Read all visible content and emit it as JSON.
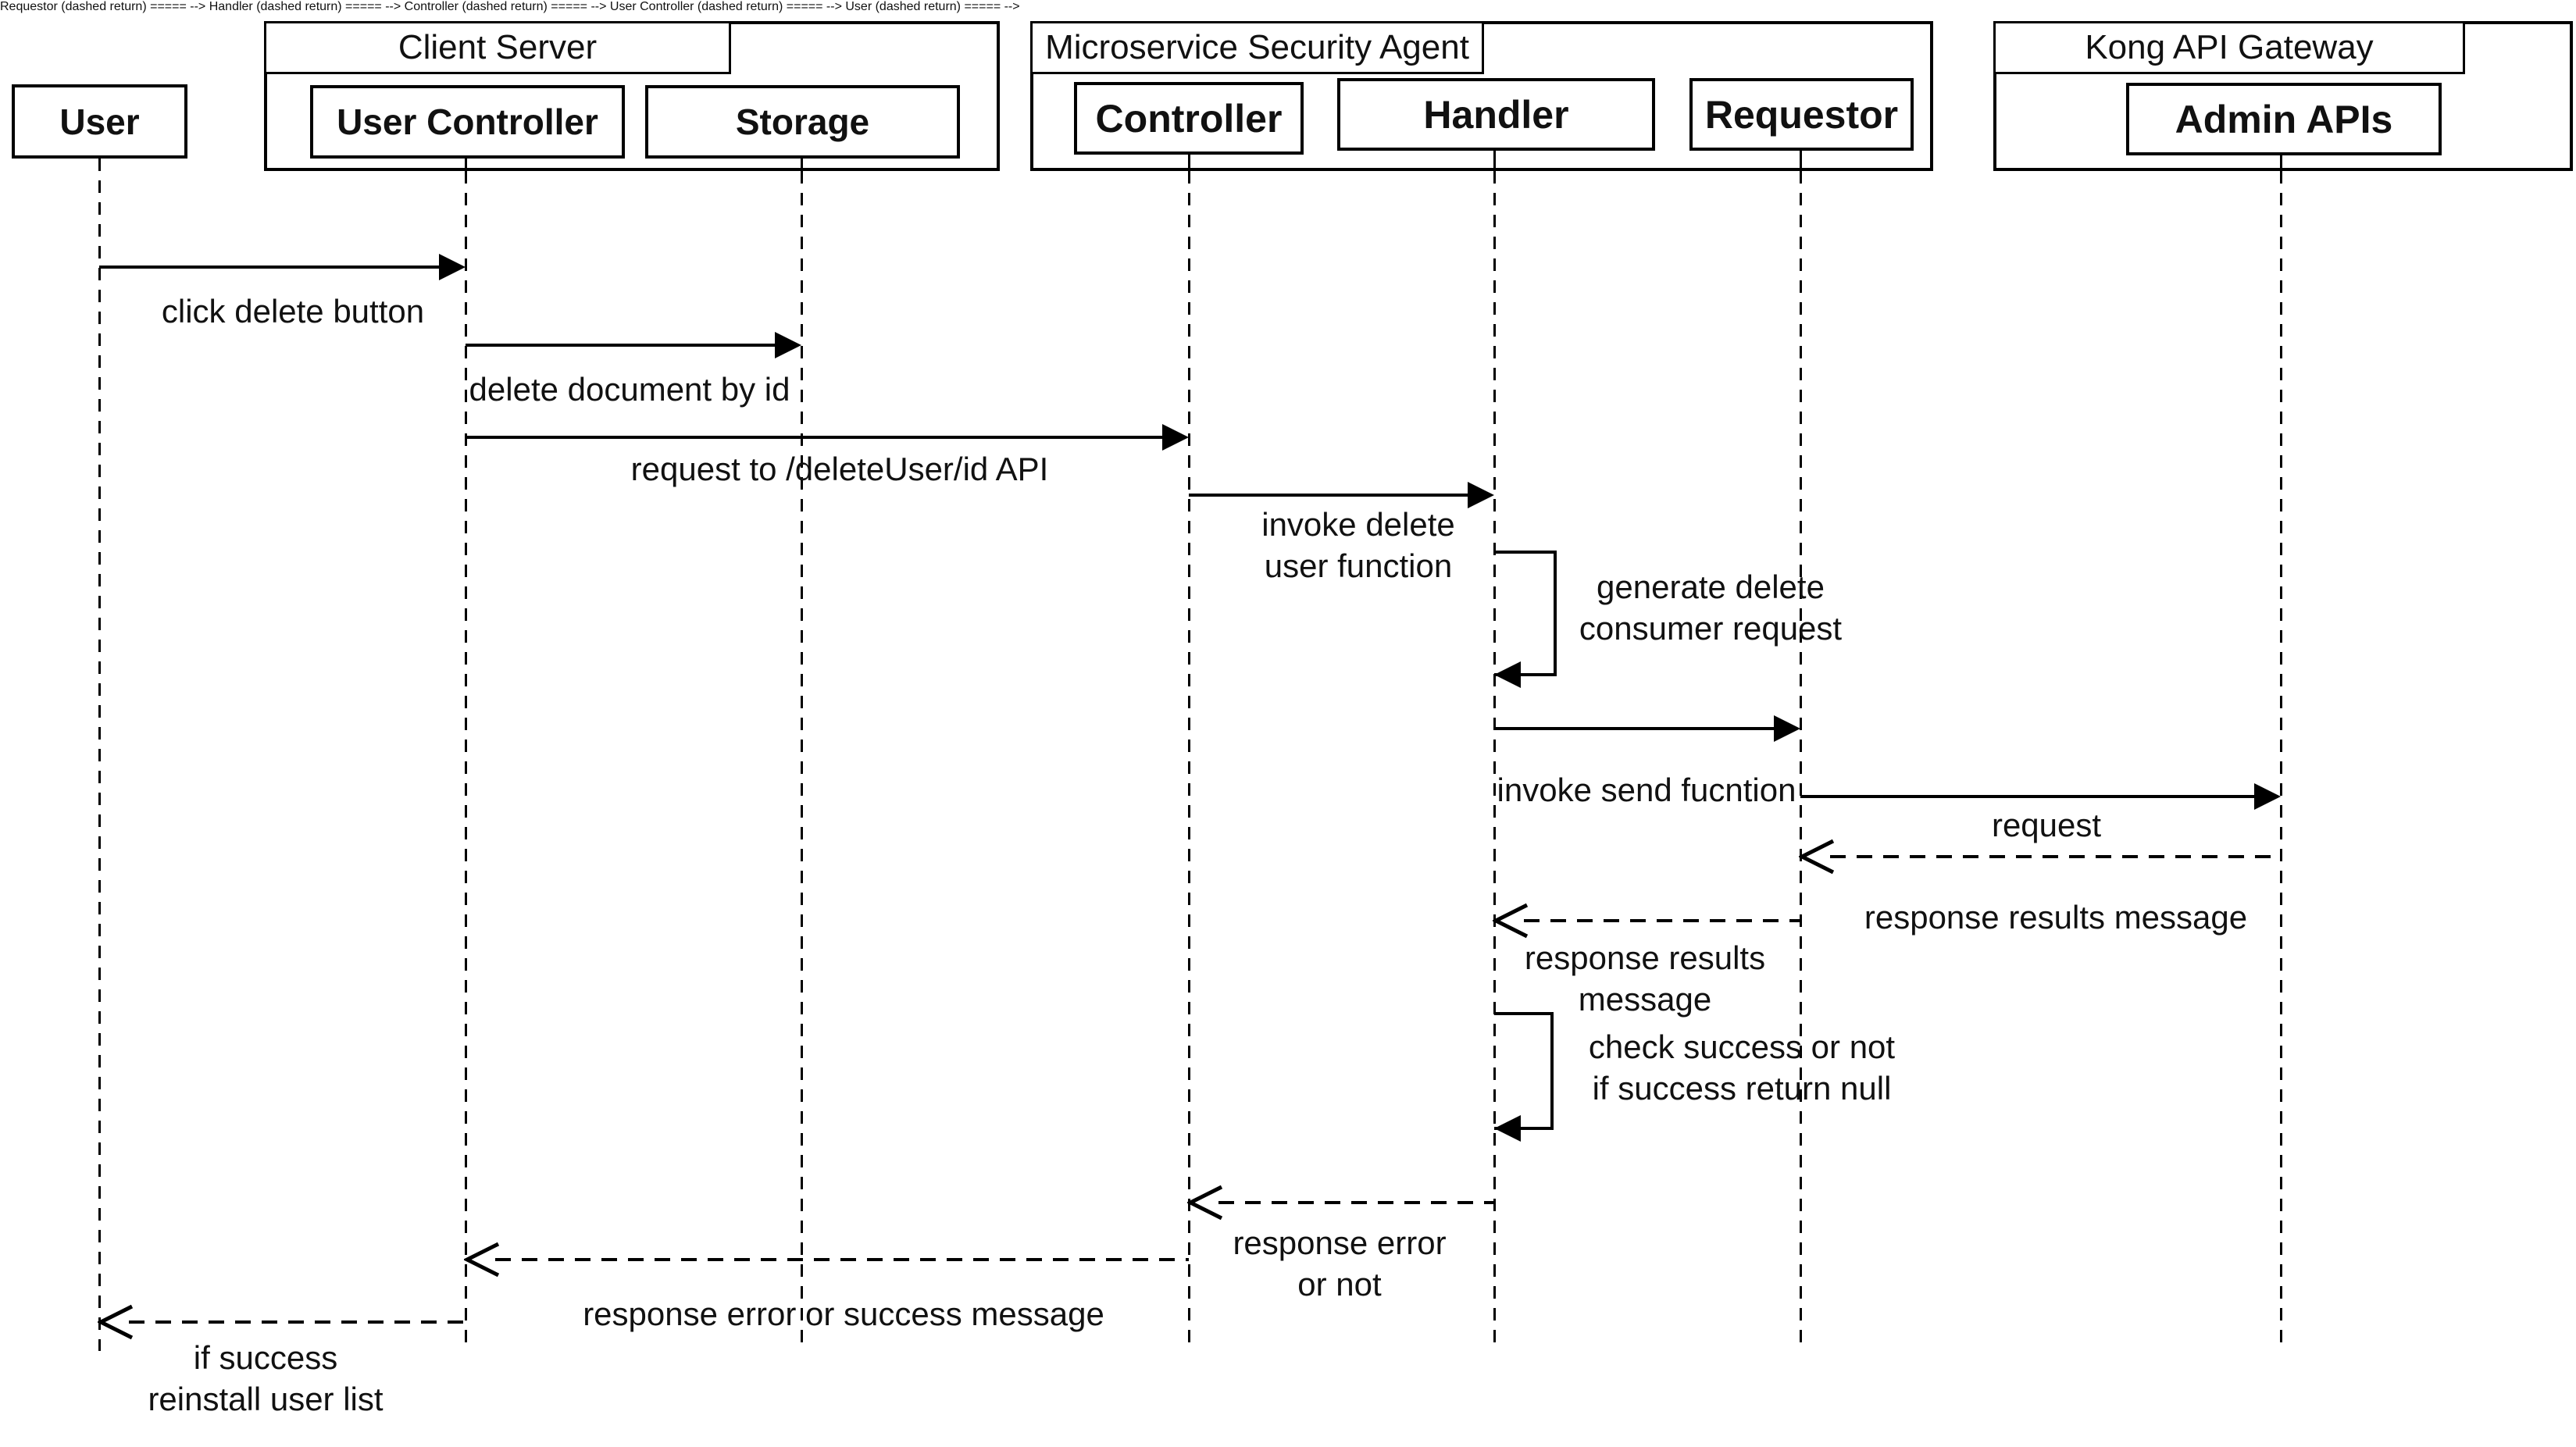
{
  "diagram_type": "uml-sequence",
  "actor": {
    "label": "User"
  },
  "frames": [
    {
      "title": "Client Server",
      "participants": [
        "User Controller",
        "Storage"
      ]
    },
    {
      "title": "Microservice Security Agent",
      "participants": [
        "Controller",
        "Handler",
        "Requestor"
      ]
    },
    {
      "title": "Kong API Gateway",
      "participants": [
        "Admin APIs"
      ]
    }
  ],
  "messages": [
    {
      "from": "User",
      "to": "User Controller",
      "type": "solid",
      "text": "click delete button"
    },
    {
      "from": "User Controller",
      "to": "Storage",
      "type": "solid",
      "text": "delete document by id"
    },
    {
      "from": "User Controller",
      "to": "Controller",
      "type": "solid",
      "text": "request to /deleteUser/id API"
    },
    {
      "from": "Controller",
      "to": "Handler",
      "type": "solid",
      "text": "invoke delete\nuser function"
    },
    {
      "from": "Handler",
      "to": "Handler",
      "type": "self",
      "text": "generate delete\nconsumer request"
    },
    {
      "from": "Handler",
      "to": "Requestor",
      "type": "solid",
      "text": "invoke send fucntion"
    },
    {
      "from": "Requestor",
      "to": "Admin APIs",
      "type": "solid",
      "text": "request"
    },
    {
      "from": "Admin APIs",
      "to": "Requestor",
      "type": "dashed",
      "text": "response results message"
    },
    {
      "from": "Requestor",
      "to": "Handler",
      "type": "dashed",
      "text": "response results\nmessage"
    },
    {
      "from": "Handler",
      "to": "Handler",
      "type": "self",
      "text": "check success or not\nif success return null"
    },
    {
      "from": "Handler",
      "to": "Controller",
      "type": "dashed",
      "text": "response error\nor not"
    },
    {
      "from": "Controller",
      "to": "User Controller",
      "type": "dashed",
      "text": "response error or success message"
    },
    {
      "from": "User Controller",
      "to": "User",
      "type": "dashed",
      "text": "if success\nreinstall user list"
    }
  ],
  "colors": {
    "line": "#000000",
    "background": "#ffffff",
    "text": "#111111"
  }
}
